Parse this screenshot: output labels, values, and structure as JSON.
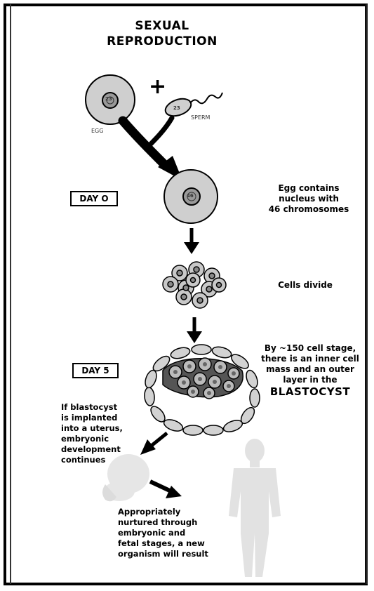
{
  "title_line1": "SEXUAL",
  "title_line2": "REPRODUCTION",
  "egg_label": "EGG",
  "egg_nucleus": "23",
  "sperm_label": "SPERM",
  "sperm_nucleus": "23",
  "plus": "+",
  "day0": "DAY O",
  "zygote_nucleus": "46",
  "egg_desc": [
    "Egg contains",
    "nucleus with",
    "46 chromosomes"
  ],
  "cells_divide": "Cells divide",
  "day5": "DAY 5",
  "blast_desc": [
    "By ~150 cell stage,",
    "there is an inner cell",
    "mass and an outer",
    "layer in the"
  ],
  "blastocyst": "BLASTOCYST",
  "implant_desc": [
    "If blastocyst",
    "is implanted",
    "into a uterus,",
    "embryonic",
    "development",
    "continues"
  ],
  "nurture_desc": [
    "Appropriately",
    "nurtured through",
    "embryonic and",
    "fetal stages, a new",
    "organism will result"
  ],
  "colors": {
    "cell_fill": "#c8c8c8",
    "nucleus_fill": "#9a9a9a",
    "ghost": "#e6e6e6"
  }
}
